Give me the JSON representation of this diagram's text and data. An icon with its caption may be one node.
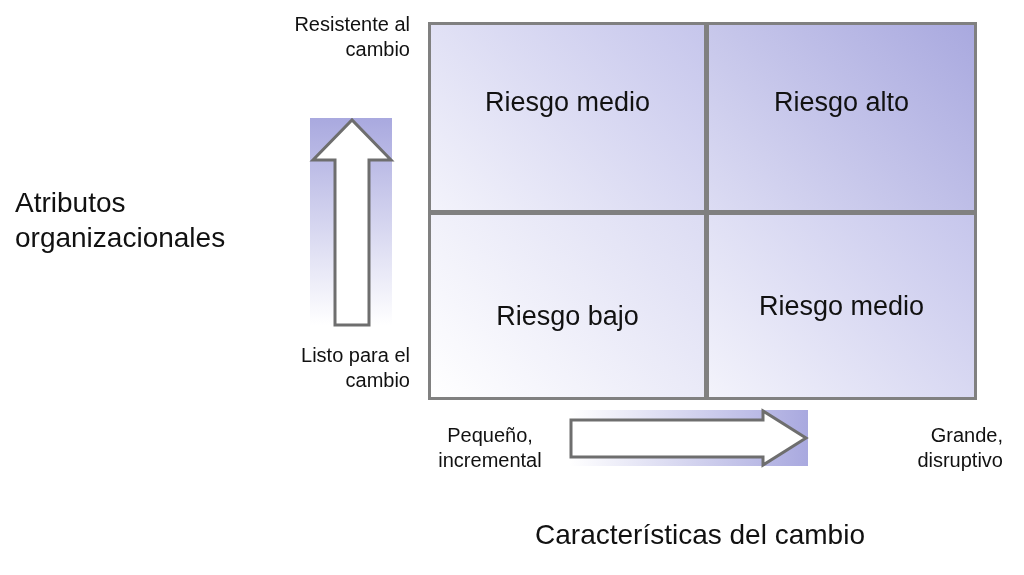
{
  "diagram": {
    "nodes": [
      {
        "text": [
          "Riesgo medio"
        ]
      },
      {
        "text": [
          "Riesgo alto"
        ]
      },
      {
        "text": [
          "Riesgo bajo"
        ]
      },
      {
        "text": [
          "Riesgo medio"
        ]
      }
    ],
    "labels": [
      "Resistente al cambio",
      "Atributos organizacionales",
      "Listo para el cambio",
      "Pequeño, incremental",
      "Grande, disruptivo",
      "Características del cambio"
    ]
  }
}
